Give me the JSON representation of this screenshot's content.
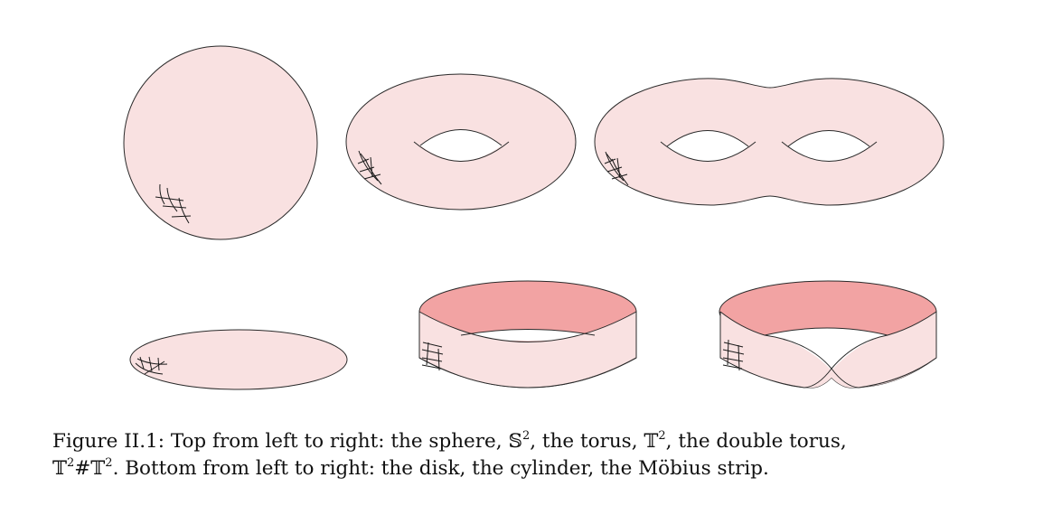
{
  "figure": {
    "label": "Figure II.1:",
    "colors": {
      "surface_fill": "#f9e1e1",
      "inner_fill": "#f2a3a3",
      "outline": "#2a2a2a",
      "background": "#ffffff"
    },
    "top_row": [
      {
        "name": "sphere",
        "symbol": "S",
        "exponent": "2"
      },
      {
        "name": "torus",
        "symbol": "T",
        "exponent": "2"
      },
      {
        "name": "double torus",
        "symbol": "T²#T²"
      }
    ],
    "bottom_row": [
      {
        "name": "disk"
      },
      {
        "name": "cylinder"
      },
      {
        "name": "Möbius strip"
      }
    ]
  },
  "caption": {
    "line1_a": "Figure II.1:  Top from left to right:  the sphere, ",
    "sphere_symbol": "𝕊",
    "sup": "2",
    "line1_b": ", the torus, ",
    "torus_symbol": "𝕋",
    "line1_c": ", the double torus,",
    "line2_a": "𝕋",
    "line2_hash": "#",
    "line2_b": "𝕋",
    "line2_c": ".  Bottom from left to right:  the disk, the cylinder, the Möbius strip."
  }
}
